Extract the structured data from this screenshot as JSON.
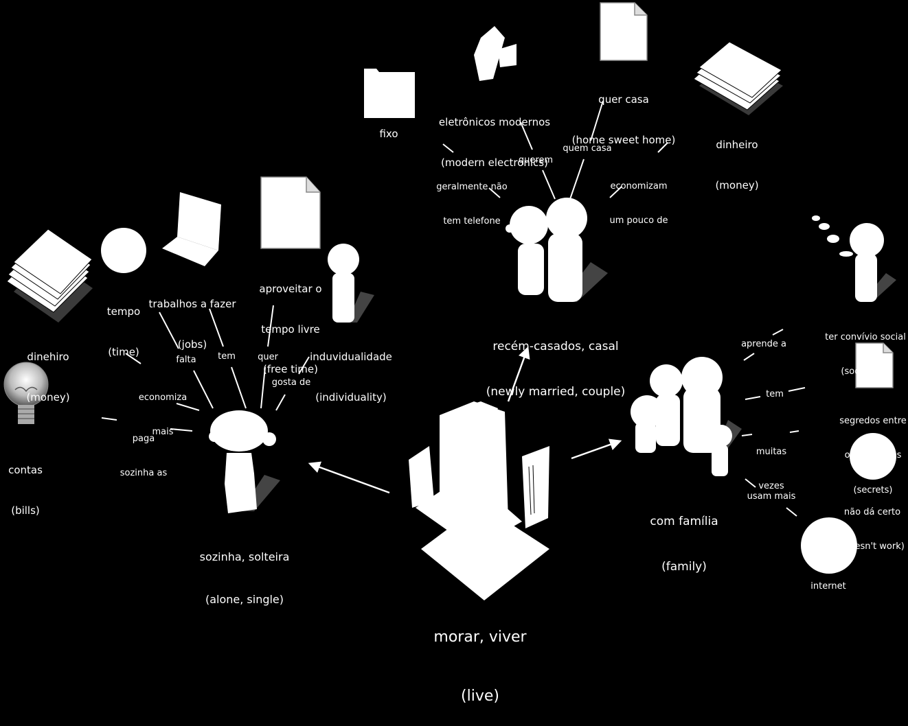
{
  "center": {
    "line1": "morar, viver",
    "line2": "(live)"
  },
  "groups": {
    "alone": {
      "line1": "sozinha, solteira",
      "line2": "(alone, single)"
    },
    "couple": {
      "line1": "recém-casados, casal",
      "line2": "(newly married, couple)"
    },
    "family": {
      "line1": "com família",
      "line2": "(family)"
    }
  },
  "alone_nodes": {
    "money": {
      "line1": "dinehiro",
      "line2": "(money)"
    },
    "time": {
      "line1": "tempo",
      "line2": "(time)"
    },
    "jobs": {
      "line1": "trabalhos a fazer",
      "line2": "(jobs)"
    },
    "freetime": {
      "line1": "aproveitar o",
      "line2": "tempo livre",
      "line3": "(free time)"
    },
    "individuality": {
      "line1": "induvidualidade",
      "line2": "(individuality)"
    },
    "bills": {
      "line1": "contas",
      "line2": "(bills)"
    }
  },
  "alone_links": {
    "paga": {
      "line1": "paga",
      "line2": "sozinha as"
    },
    "economiza": {
      "line1": "economiza",
      "line2": "mais"
    },
    "falta": "falta",
    "tem": "tem",
    "quer": "quer",
    "gosta": "gosta de"
  },
  "couple_nodes": {
    "fixo": "fixo",
    "electronics": {
      "line1": "eletrônicos modernos",
      "line2": "(modern electronics)"
    },
    "house": {
      "line1": "quer casa",
      "line2": "(home sweet home)"
    },
    "money": {
      "line1": "dinheiro",
      "line2": "(money)"
    }
  },
  "couple_links": {
    "telefone": {
      "line1": "geralmente não",
      "line2": "tem telefone"
    },
    "querem": "querem",
    "quemcasa": "quem casa",
    "economizam": {
      "line1": "economizam",
      "line2": "um pouco de"
    }
  },
  "family_nodes": {
    "social": {
      "line1": "ter convívio social",
      "line2": "(social life)"
    },
    "secrets": {
      "line1": "segredos entre",
      "line2": "os familiares",
      "line3": "(secrets)"
    },
    "doesntwork": {
      "line1": "não dá certo",
      "line2": "(doesn't work)"
    },
    "internet": "internet"
  },
  "family_links": {
    "aprende": "aprende a",
    "tem": "tem",
    "muitas": {
      "line1": "muitas",
      "line2": "vezes"
    },
    "usam": "usam mais"
  },
  "colors": {
    "background": "#000000",
    "foreground": "#ffffff",
    "shadow": "#444444"
  }
}
